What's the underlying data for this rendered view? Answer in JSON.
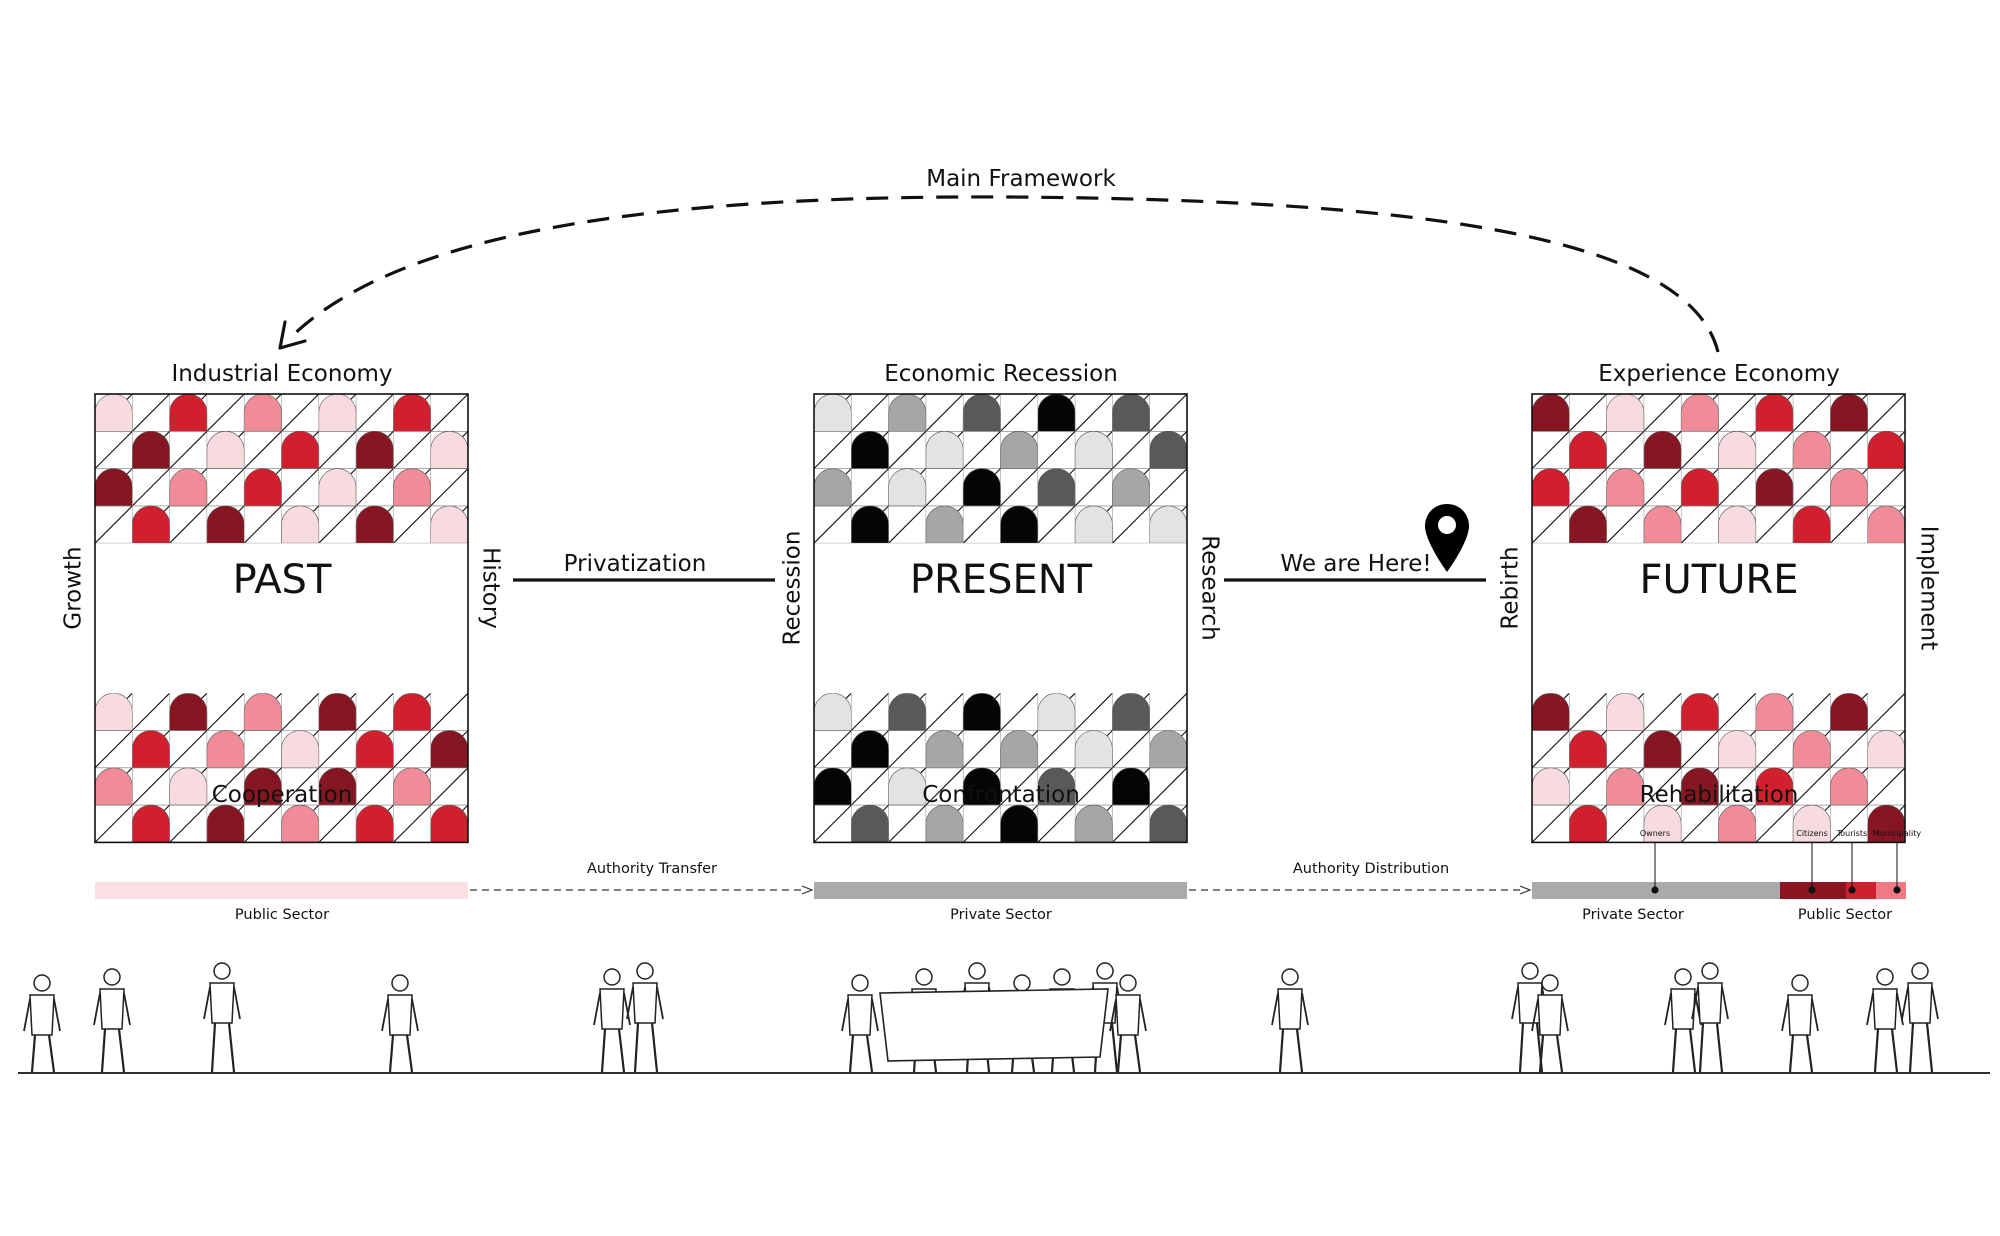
{
  "diagram": {
    "main_framework": "Main Framework",
    "panels": [
      {
        "id": "past",
        "title": "PAST",
        "top": "Industrial Economy",
        "bottom": "Cooperation",
        "left": "Growth",
        "right": "History",
        "palette": [
          "#f8dbdf",
          "#d0202d",
          "#ef8c97",
          "#861621"
        ]
      },
      {
        "id": "present",
        "title": "PRESENT",
        "top": "Economic Recession",
        "bottom": "Confrontation",
        "left": "Recession",
        "right": "Research",
        "palette": [
          "#e3e3e3",
          "#a6a6a6",
          "#58595b",
          "#050505"
        ]
      },
      {
        "id": "future",
        "title": "FUTURE",
        "top": "Experience Economy",
        "bottom": "Rehabilitation",
        "left": "Rebirth",
        "right": "Implement",
        "palette": [
          "#f8dbdf",
          "#d0202d",
          "#ef8c97",
          "#861621"
        ]
      }
    ],
    "connectors": [
      {
        "label": "Privatization"
      },
      {
        "label": "We are Here!",
        "icon": "location-pin-icon"
      }
    ],
    "authority": {
      "transfer": "Authority Transfer",
      "distribution": "Authority Distribution",
      "bars": [
        {
          "label": "Public Sector",
          "color": "#fbe0e3"
        },
        {
          "label": "Private Sector",
          "color": "#aaaaaa"
        },
        {
          "label": "Private Sector",
          "color": "#aaaaaa"
        },
        {
          "label": "Public Sector",
          "color": "#ed5964"
        }
      ],
      "stakeholders": [
        "Owners",
        "Citizens",
        "Tourists",
        "Municipality"
      ]
    },
    "colors": {
      "line": "#111111",
      "red": "#d0202d",
      "dark_red": "#861621"
    }
  }
}
